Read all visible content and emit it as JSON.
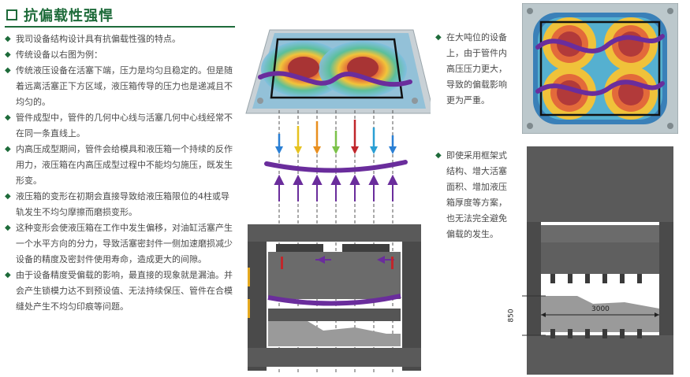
{
  "header": {
    "title": "抗偏载性强悍"
  },
  "left_bullets": [
    {
      "text": "我司设备结构设计具有抗偏载性强的特点。"
    },
    {
      "text": "传统设备以右图为例："
    },
    {
      "text": "传统液压设备在活塞下端，压力是均匀且稳定的。但是随着远离活塞正下方区域，液压箱传导的压力也是递减且不均匀的。"
    },
    {
      "text": "管件成型中，管件的几何中心线与活塞几何中心线经常不在同一条直线上。"
    },
    {
      "text": "内高压成型期间，管件会给模具和液压箱一个持续的反作用力，液压箱在内高压成型过程中不能均匀施压，既发生形变。"
    },
    {
      "text": "液压箱的变形在初期会直接导致给液压箱限位的4柱或导轨发生不均匀摩擦而磨损变形。"
    },
    {
      "text": "这种变形会使液压箱在工作中发生偏移，对油缸活塞产生一个水平方向的分力，导致活塞密封件一侧加速磨损减少设备的精度及密封件使用寿命，造成更大的间隙。"
    },
    {
      "text": "由于设备精度受偏载的影响，最直接的现象就是漏油。并会产生锁模力达不到预设值、无法持续保压、管件在合模缝处产生不均匀印痕等问题。"
    }
  ],
  "mid_bullets_top": [
    {
      "text": "在大吨位的设备上，由于管件内高压压力更大，导致的偏载影响更为严重。"
    }
  ],
  "mid_bullets_bottom": [
    {
      "text": "即使采用框架式结构、增大活塞面积、增加液压箱厚度等方案，也无法完全避免偏载的发生。"
    }
  ],
  "press_diagram": {
    "dim_height": "850",
    "dim_width": "3000"
  },
  "colors": {
    "accent": "#1e6b3a",
    "purple": "#6a2d9c",
    "steel": "#5a5a5a",
    "dark_steel": "#3e3e3e"
  }
}
